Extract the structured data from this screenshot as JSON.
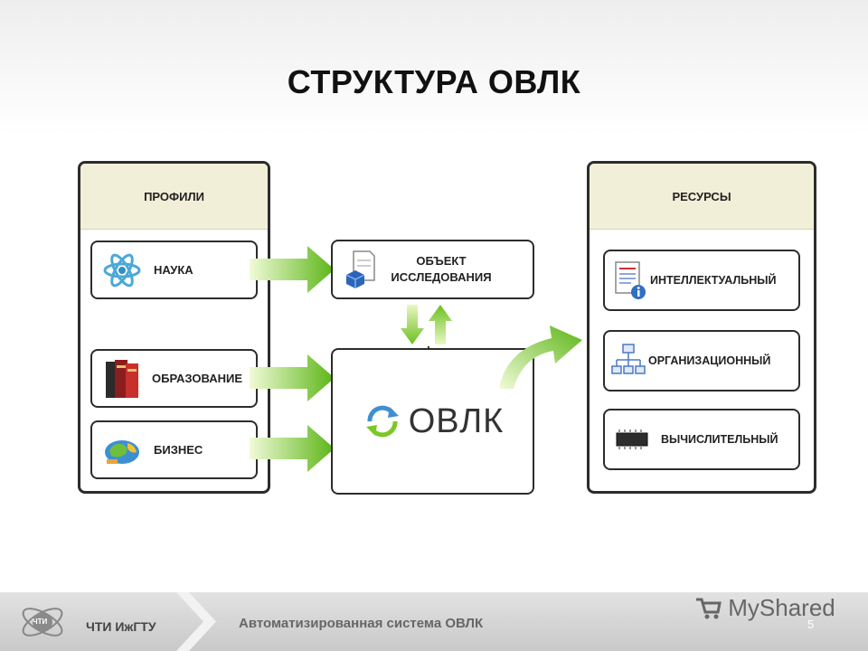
{
  "title": "СТРУКТУРА ОВЛК",
  "profiles": {
    "header": "ПРОФИЛИ",
    "items": [
      {
        "label": "НАУКА",
        "icon": "atom-icon"
      },
      {
        "label": "ОБРАЗОВАНИЕ",
        "icon": "books-icon"
      },
      {
        "label": "БИЗНЕС",
        "icon": "globe-icon"
      }
    ]
  },
  "center": {
    "object_label": "ОБЪЕКТ ИССЛЕДОВАНИЯ",
    "main_label": "ОВЛК",
    "mark": "*"
  },
  "resources": {
    "header": "РЕСУРСЫ",
    "items": [
      {
        "label": "ИНТЕЛЛЕКТУАЛЬНЫЙ",
        "icon": "document-info-icon"
      },
      {
        "label": "ОРГАНИЗАЦИОННЫЙ",
        "icon": "org-chart-icon"
      },
      {
        "label": "ВЫЧИСЛИТЕЛЬНЫЙ",
        "icon": "chip-icon"
      }
    ]
  },
  "footer": {
    "org": "ЧТИ ИжГТУ",
    "logo_text": "ЧТИ",
    "system": "Автоматизированная система ОВЛК",
    "page": "5",
    "watermark": "MyShared"
  },
  "colors": {
    "arrow_green": "#7bc829",
    "arrow_light": "#e8f7c0",
    "panel_head": "#f2efd8"
  }
}
